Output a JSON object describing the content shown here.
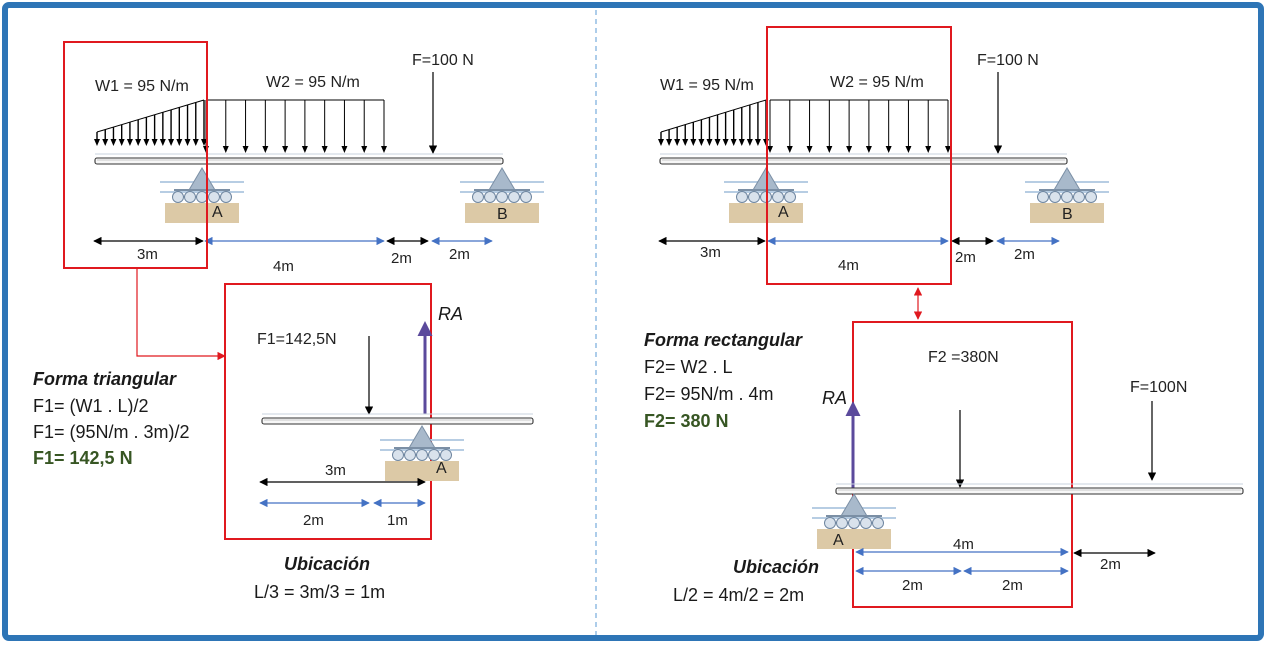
{
  "colors": {
    "frame": "#2e75b6",
    "highlight_box": "#e0191f",
    "result_text": "#375623",
    "dimension_blue": "#4472c4",
    "reaction_arrow": "#5b4a9c",
    "support_base": "#dcc9a6"
  },
  "left_panel": {
    "w1_label": "W1 = 95 N/m",
    "w2_label": "W2 = 95 N/m",
    "force_label": "F=100 N",
    "support_a": "A",
    "support_b": "B",
    "dims": [
      "3m",
      "4m",
      "2m",
      "2m"
    ],
    "detail": {
      "force_label": "F1=142,5N",
      "reaction_label": "RA",
      "support_a": "A",
      "dim_total": "3m",
      "dim_a": "2m",
      "dim_b": "1m"
    },
    "formula": {
      "title": "Forma triangular",
      "line1": "F1= (W1 . L)/2",
      "line2": "F1= (95N/m .  3m)/2",
      "result": "F1=  142,5 N"
    },
    "location": {
      "title": "Ubicación",
      "formula": "L/3 = 3m/3 = 1m"
    }
  },
  "right_panel": {
    "w1_label": "W1 = 95 N/m",
    "w2_label": "W2 = 95 N/m",
    "force_label": "F=100 N",
    "support_a": "A",
    "support_b": "B",
    "dims": [
      "3m",
      "4m",
      "2m",
      "2m"
    ],
    "detail": {
      "force_label": "F2 =380N",
      "point_force_label": "F=100N",
      "reaction_label": "RA",
      "support_a": "A",
      "dim_total": "4m",
      "dim_a": "2m",
      "dim_b": "2m",
      "dim_c": "2m"
    },
    "formula": {
      "title": "Forma rectangular",
      "line1": "F2= W2 . L",
      "line2": "F2= 95N/m .  4m",
      "result": "F2=  380 N"
    },
    "location": {
      "title": "Ubicación",
      "formula": "L/2 = 4m/2 = 2m"
    }
  }
}
